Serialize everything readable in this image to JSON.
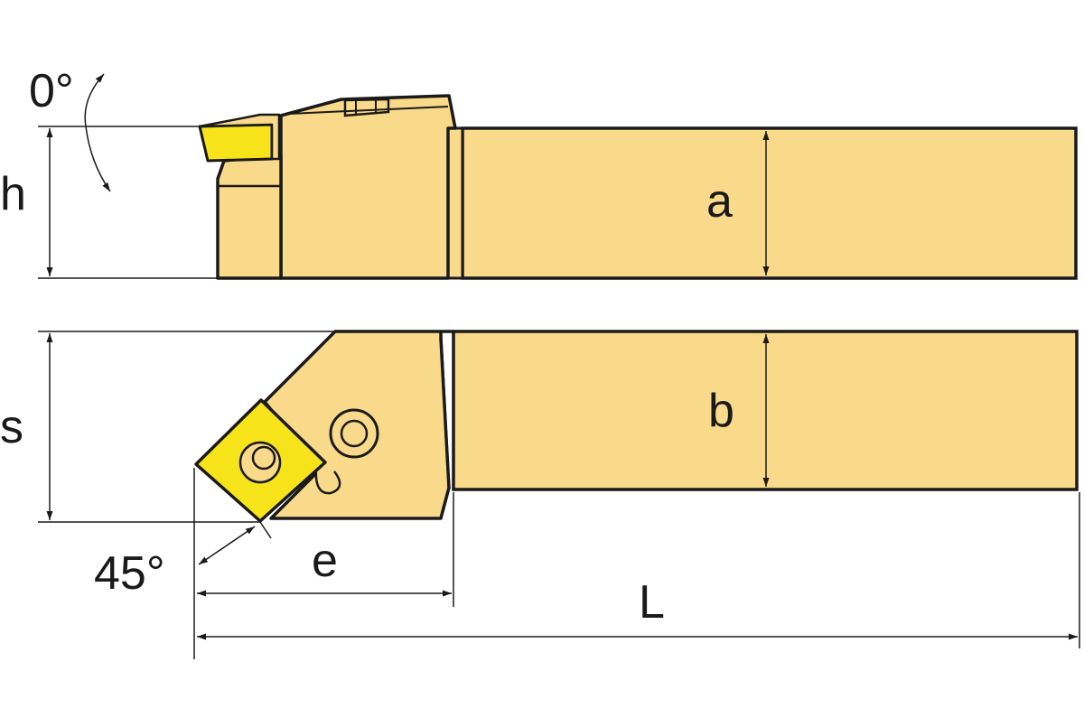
{
  "labels": {
    "angle_top": "0°",
    "h": "h",
    "a": "a",
    "s": "s",
    "b": "b",
    "angle_bottom": "45°",
    "e": "e",
    "L": "L"
  },
  "colors": {
    "body_fill": "#f9d98a",
    "insert_fill": "#f6e31a",
    "stroke": "#1a1a1a",
    "background": "#ffffff"
  }
}
